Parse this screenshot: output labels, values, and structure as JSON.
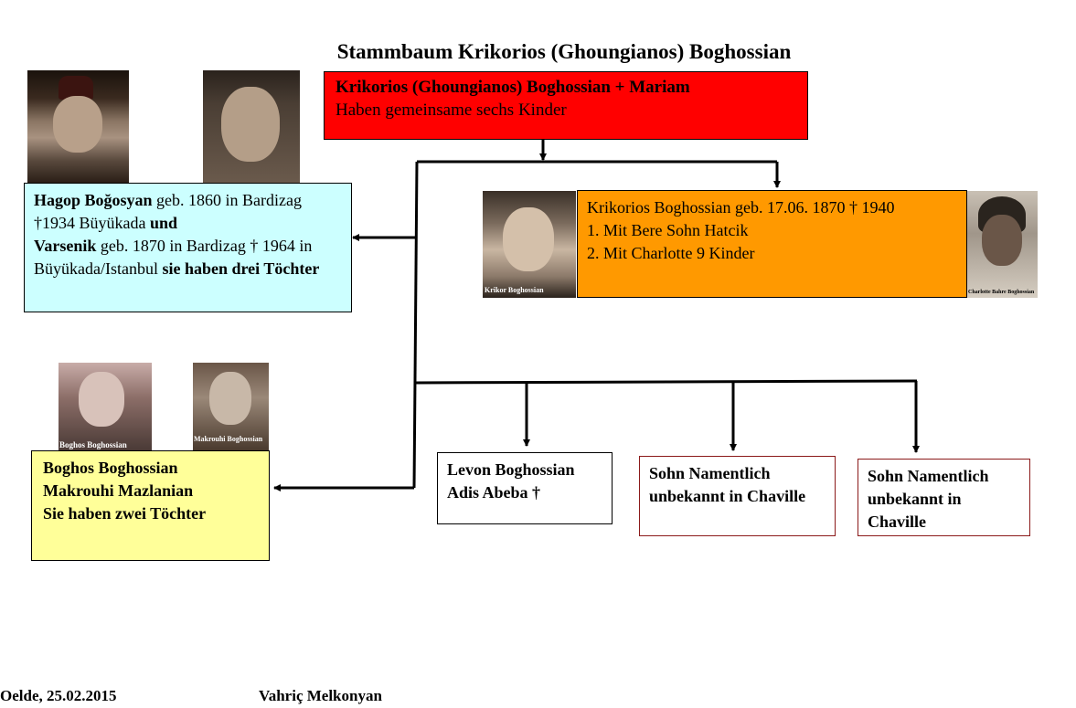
{
  "title": "Stammbaum Krikorios (Ghoungianos) Boghossian",
  "root": {
    "line1": "Krikorios (Ghoungianos) Boghossian + Mariam",
    "line2": "Haben gemeinsame sechs Kinder",
    "color": "#ff0000"
  },
  "hagop": {
    "name": "Hagop Boğosyan",
    "t1": " geb. 1860 in Bardizag  †1934 Büyükada ",
    "und": "und",
    "name2": "Varsenik",
    "t2": " geb. 1870 in Bardizag † 1964 in Büyükada/Istanbul ",
    "tail": "sie haben drei Töchter",
    "color": "#ccffff"
  },
  "krikorios": {
    "line1": "Krikorios Boghossian geb. 17.06. 1870  † 1940",
    "line2": "1. Mit Bere Sohn Hatcik",
    "line3": "2. Mit Charlotte  9 Kinder",
    "color": "#ff9900",
    "photo_left_caption": "Krikor Boghossian",
    "photo_right_caption": "Charlotte Bahre Boghossian"
  },
  "boghos": {
    "line1": "Boghos Boghossian",
    "line2": "Makrouhi Mazlanian",
    "line3": "Sie haben zwei Töchter",
    "color": "#ffff99",
    "photo_left_caption": "Boghos Boghossian",
    "photo_right_caption": "Makrouhi  Boghossian"
  },
  "levon": {
    "line1": "Levon Boghossian",
    "line2": "Adis Abeba  †"
  },
  "sohn1": {
    "text": "Sohn Namentlich unbekannt in Chaville"
  },
  "sohn2": {
    "text": "Sohn Namentlich unbekannt in Chaville"
  },
  "footer": {
    "place_date": "Oelde, 25.02.2015",
    "author": "Vahriç Melkonyan"
  }
}
